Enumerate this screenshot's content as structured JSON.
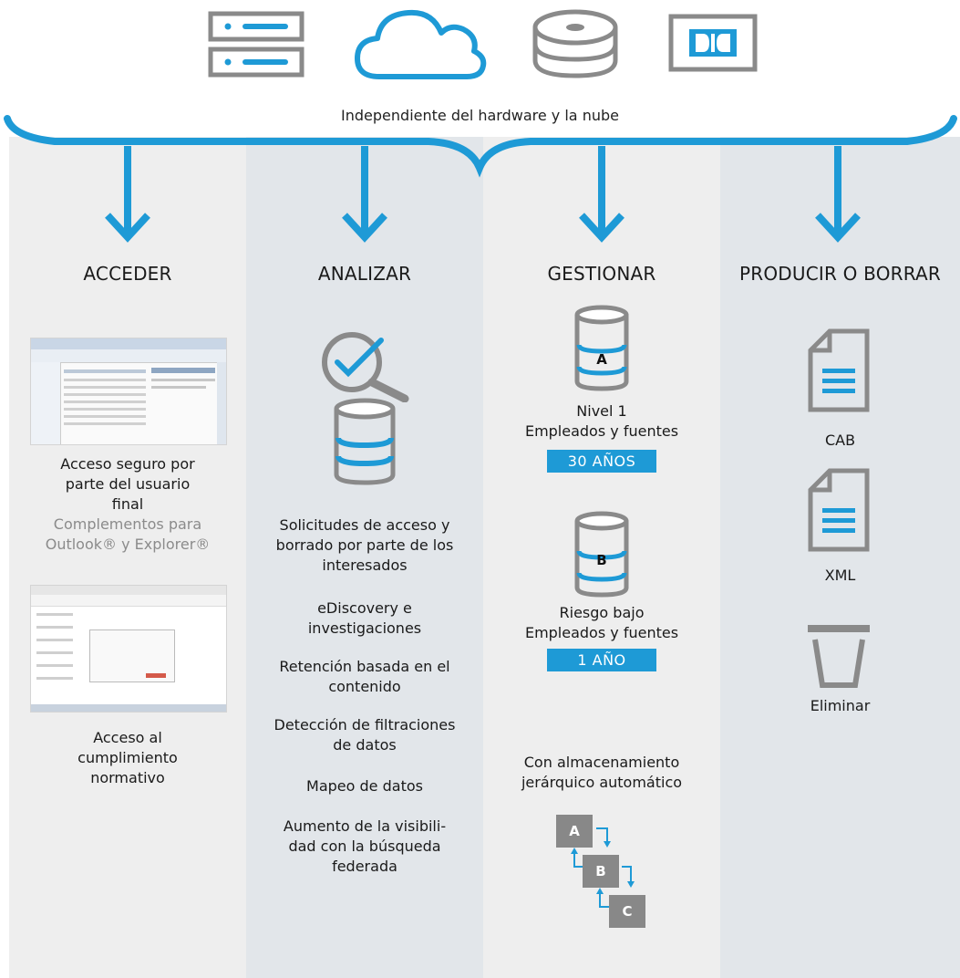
{
  "header": {
    "label": "Independiente del hardware y la nube",
    "icons": [
      "server-icon",
      "cloud-icon",
      "disk-icon",
      "dolby-icon"
    ],
    "accent_color": "#1e9ad6"
  },
  "columns": [
    {
      "title": "ACCEDER",
      "items": [
        {
          "text_lines": [
            "Acceso seguro por",
            "parte del usuario",
            "final"
          ],
          "sub_lines": [
            "Complementos para",
            "Outlook® y Explorer®"
          ]
        },
        {
          "text_lines": [
            "Acceso al",
            "cumplimiento",
            "normativo"
          ]
        }
      ]
    },
    {
      "title": "ANALIZAR",
      "items": [
        "Solicitudes de acceso y\nborrado por parte de los\ninteresados",
        "eDiscovery e\ninvestigaciones",
        "Retención basada en el\ncontenido",
        "Detección de filtraciones\nde datos",
        "Mapeo de datos",
        "Aumento de la visibili-\ndad con la búsqueda\nfederada"
      ]
    },
    {
      "title": "GESTIONAR",
      "tiers": [
        {
          "letter": "A",
          "line1": "Nivel 1",
          "line2": "Empleados y fuentes",
          "badge": "30 AÑOS"
        },
        {
          "letter": "B",
          "line1": "Riesgo bajo",
          "line2": "Empleados y fuentes",
          "badge": "1 AÑO"
        }
      ],
      "hsm_label": "Con almacenamiento\njerárquico automático",
      "hsm_tiers": [
        "A",
        "B",
        "C"
      ]
    },
    {
      "title": "PRODUCIR O BORRAR",
      "items": [
        "CAB",
        "XML",
        "Eliminar"
      ]
    }
  ]
}
